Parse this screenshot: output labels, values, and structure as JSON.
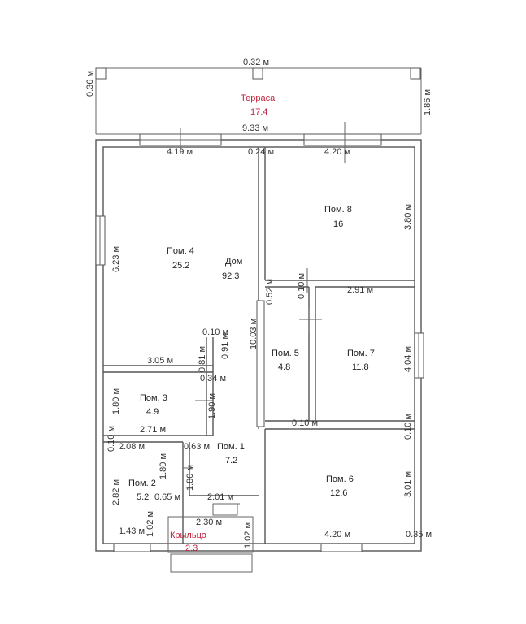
{
  "terrace": {
    "title": "Терраса",
    "area": "17.4",
    "dims": {
      "top": "0.32 м",
      "left": "0.36 м",
      "right": "1.86 м",
      "bottom": "9.33 м"
    }
  },
  "house": {
    "title": "Дом",
    "area": "92.3"
  },
  "porch": {
    "title": "Крыльцо",
    "area": "2.3",
    "dims": {
      "width": "2.30 м",
      "height": "1.02 м"
    }
  },
  "rooms": [
    {
      "title": "Пом. 4",
      "area": "25.2"
    },
    {
      "title": "Пом. 8",
      "area": "16"
    },
    {
      "title": "Пом. 5",
      "area": "4.8"
    },
    {
      "title": "Пом. 7",
      "area": "11.8"
    },
    {
      "title": "Пом. 3",
      "area": "4.9"
    },
    {
      "title": "Пом. 1",
      "area": "7.2"
    },
    {
      "title": "Пом. 2",
      "area": "5.2"
    },
    {
      "title": "Пом. 6",
      "area": "12.6"
    }
  ],
  "dims": {
    "room4_top": "4.19 м",
    "wall_gap": "0.24 м",
    "room8_top": "4.20 м",
    "room4_left": "6.23 м",
    "room8_right": "3.80 м",
    "d052": "0.52 м",
    "d010a": "0.10 м",
    "room7_top": "2.91 м",
    "d010b": "0.10 м",
    "d081": "0.81 м",
    "d091": "0.91 м",
    "house_depth": "10.03 м",
    "room4_bottom": "3.05 м",
    "d034": "0.34 м",
    "room7_right": "4.04 м",
    "room3_left": "1.80 м",
    "room3_right": "1.90 м",
    "room3_bottom": "2.71 м",
    "d010c": "0.10 м",
    "d010d": "0.10 м",
    "d010e": "0.10 м",
    "room2_top": "2.08 м",
    "d063": "0.63 м",
    "d180a": "1.80 м",
    "d180b": "1.80 м",
    "room2_left": "2.82 м",
    "d065": "0.65 м",
    "room6_right": "3.01 м",
    "room1_bottom": "2.01 м",
    "d102": "1.02 м",
    "d143": "1.43 м",
    "room6_bottom": "4.20 м",
    "d035": "0.35 м"
  }
}
